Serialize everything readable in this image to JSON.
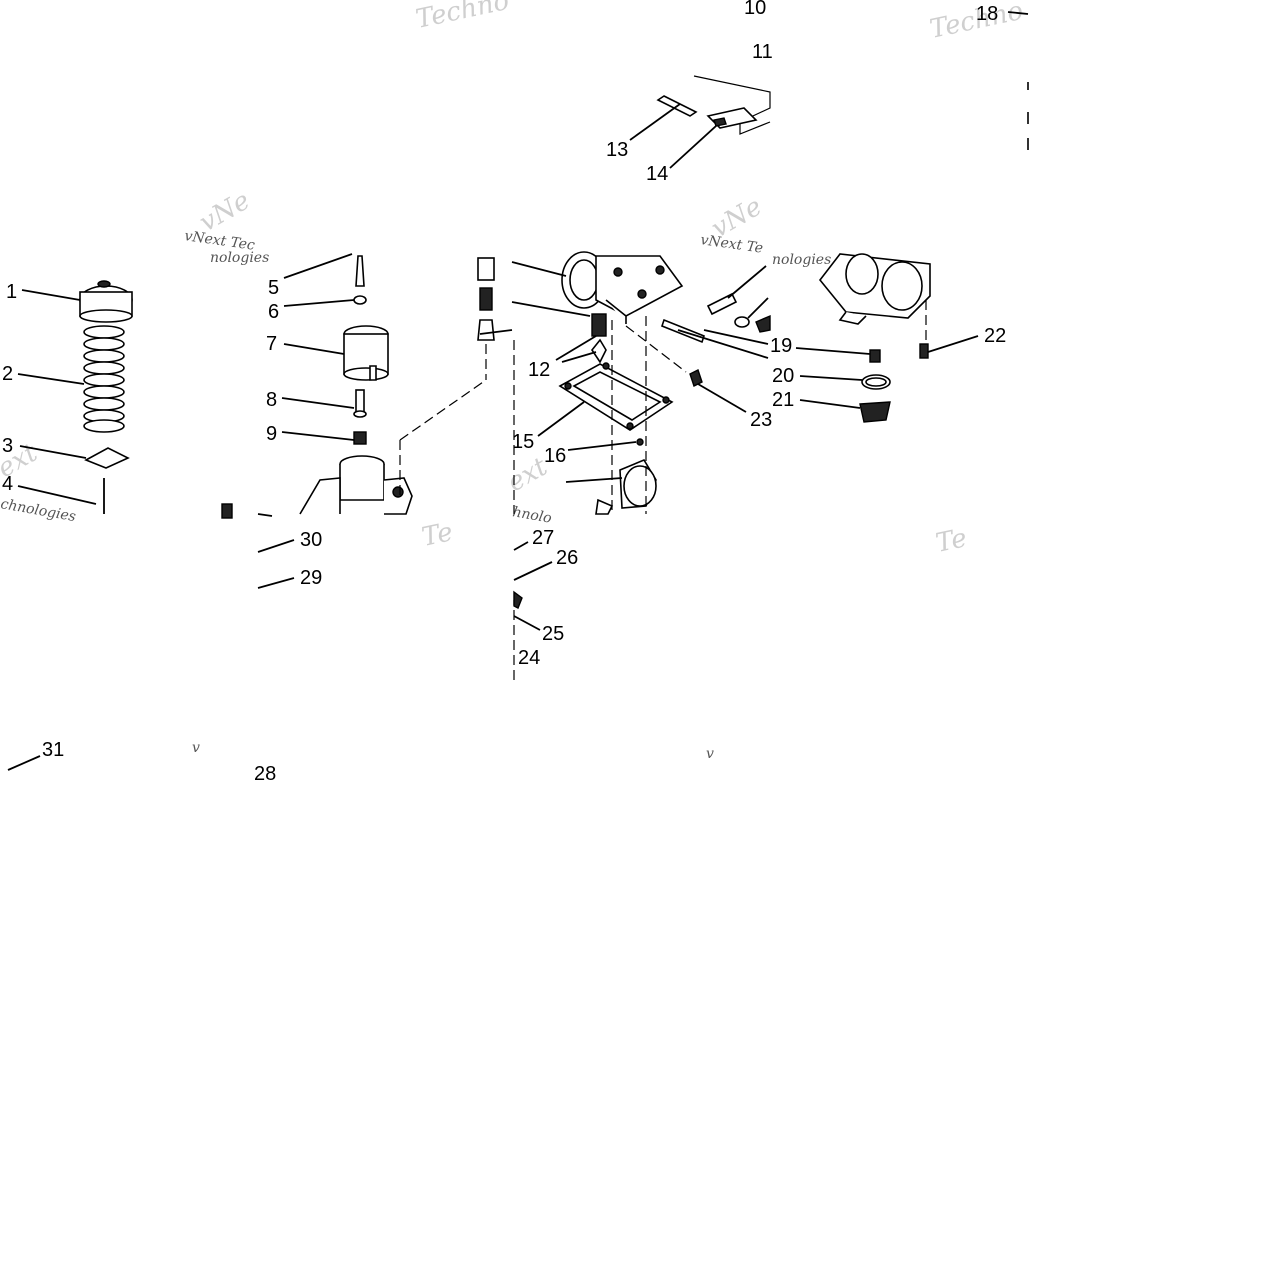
{
  "watermark": {
    "lines": [
      "Techno",
      "Techno",
      "vNe",
      "vNext Tec",
      "nologies",
      "vNe",
      "vNext Te",
      "nologies",
      "ext",
      "chnologies",
      "ext",
      "hnolo",
      "Te",
      "Te",
      "v",
      "v"
    ]
  },
  "callouts": [
    {
      "id": "1",
      "label": "1"
    },
    {
      "id": "2",
      "label": "2"
    },
    {
      "id": "3",
      "label": "3"
    },
    {
      "id": "4",
      "label": "4"
    },
    {
      "id": "5",
      "label": "5"
    },
    {
      "id": "6",
      "label": "6"
    },
    {
      "id": "7",
      "label": "7"
    },
    {
      "id": "8",
      "label": "8"
    },
    {
      "id": "9",
      "label": "9"
    },
    {
      "id": "10",
      "label": "10"
    },
    {
      "id": "11",
      "label": "11"
    },
    {
      "id": "12",
      "label": "12"
    },
    {
      "id": "13",
      "label": "13"
    },
    {
      "id": "14",
      "label": "14"
    },
    {
      "id": "15",
      "label": "15"
    },
    {
      "id": "16",
      "label": "16"
    },
    {
      "id": "18",
      "label": "18"
    },
    {
      "id": "19",
      "label": "19"
    },
    {
      "id": "20",
      "label": "20"
    },
    {
      "id": "21",
      "label": "21"
    },
    {
      "id": "22",
      "label": "22"
    },
    {
      "id": "23",
      "label": "23"
    },
    {
      "id": "24",
      "label": "24"
    },
    {
      "id": "25",
      "label": "25"
    },
    {
      "id": "26",
      "label": "26"
    },
    {
      "id": "27",
      "label": "27"
    },
    {
      "id": "28",
      "label": "28"
    },
    {
      "id": "29",
      "label": "29"
    },
    {
      "id": "30",
      "label": "30"
    },
    {
      "id": "31",
      "label": "31"
    }
  ]
}
